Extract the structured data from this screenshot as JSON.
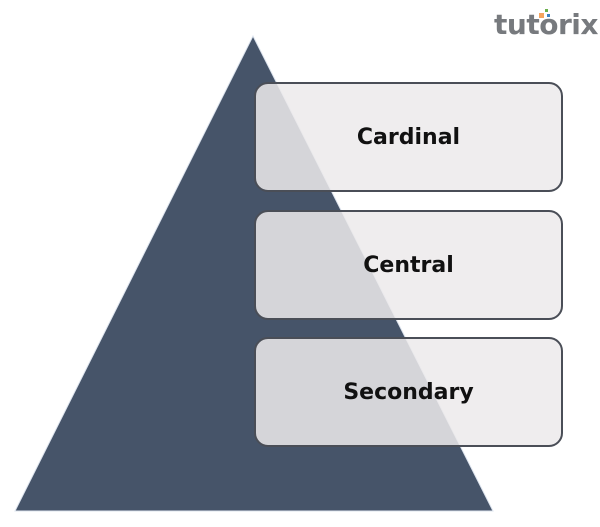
{
  "logo": {
    "text": "tutorix"
  },
  "diagram": {
    "type": "pyramid-with-levels",
    "levels": [
      {
        "label": "Cardinal"
      },
      {
        "label": "Central"
      },
      {
        "label": "Secondary"
      }
    ],
    "colors": {
      "pyramid": "#465469",
      "box": "#eceaeb",
      "border": "#4a4e57"
    }
  }
}
